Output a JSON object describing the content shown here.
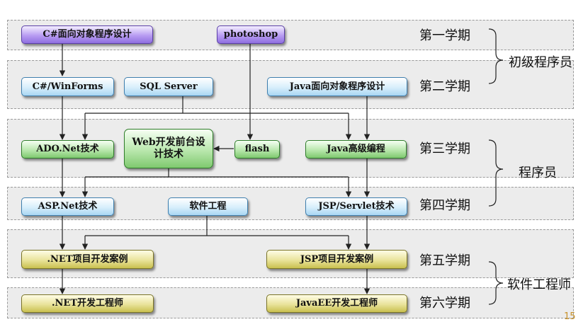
{
  "nodes": {
    "csharp_oop": "C#面向对象程序设计",
    "photoshop": "photoshop",
    "winforms": "C#/WinForms",
    "sqlserver": "SQL Server",
    "java_oop": "Java面向对象程序设计",
    "adonet": "ADO.Net技术",
    "web_frontend": "Web开发前台设计技术",
    "flash": "flash",
    "java_adv": "Java高级编程",
    "aspnet": "ASP.Net技术",
    "softeng": "软件工程",
    "jsp_servlet": "JSP/Servlet技术",
    "net_project": ".NET项目开发案例",
    "jsp_project": "JSP项目开发案例",
    "net_engineer": ".NET开发工程师",
    "javaee_engineer": "JavaEE开发工程师"
  },
  "terms": {
    "t1": "第一学期",
    "t2": "第二学期",
    "t3": "第三学期",
    "t4": "第四学期",
    "t5": "第五学期",
    "t6": "第六学期"
  },
  "roles": {
    "junior": "初级程序员",
    "programmer": "程序员",
    "engineer": "软件工程师"
  },
  "corner_text": "15",
  "colors": {
    "level1": "#9b7fe8",
    "level2": "#bfe2f7",
    "level3": "#9fd891",
    "level5": "#dcd57a",
    "band": "#ececec"
  }
}
